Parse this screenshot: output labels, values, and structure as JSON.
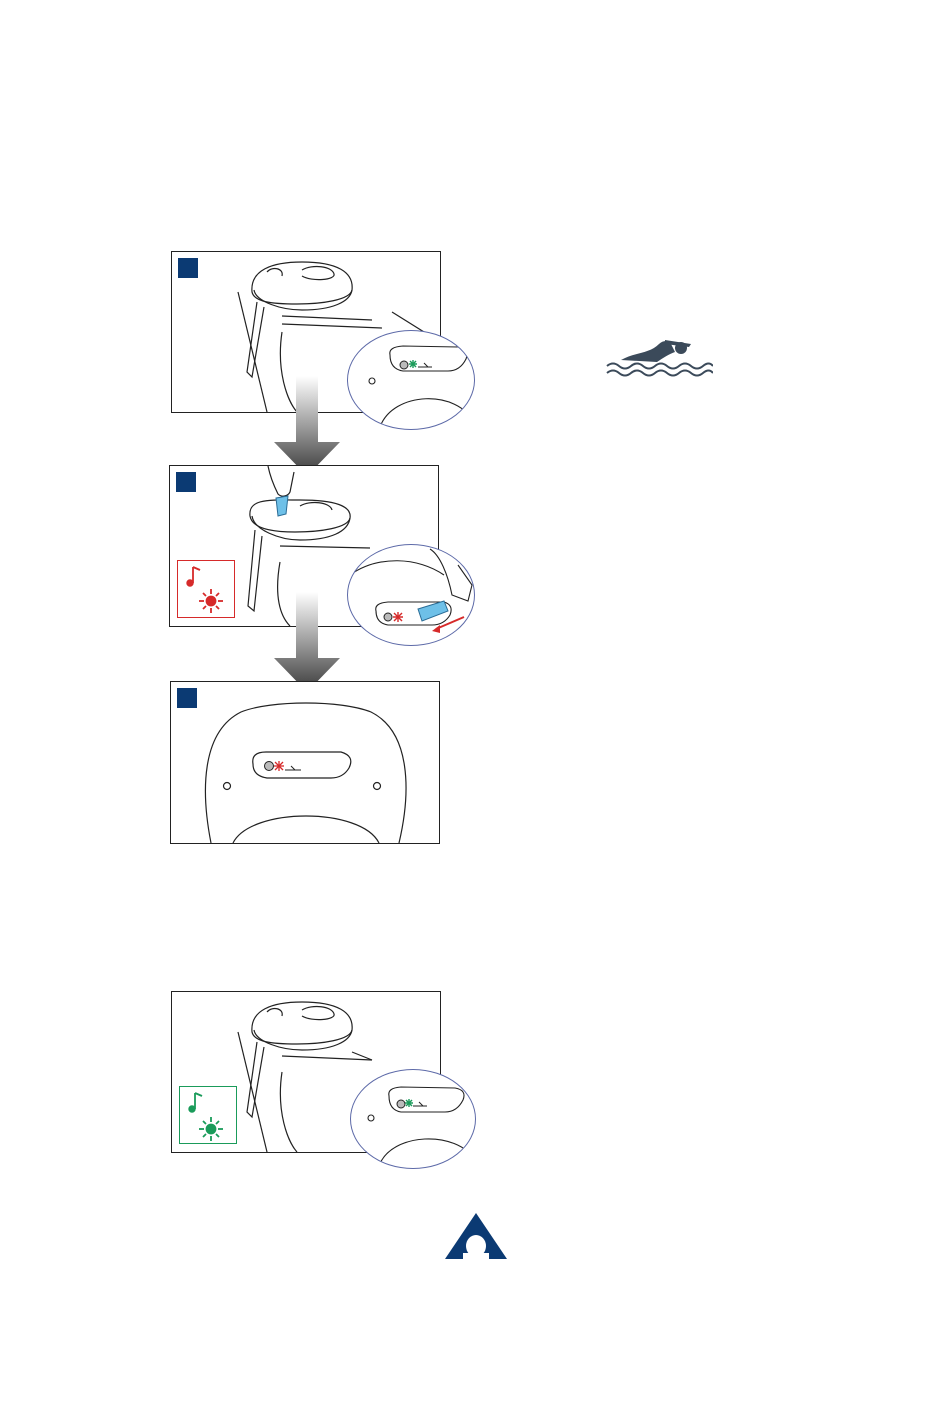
{
  "colors": {
    "step_marker": "#0b3a73",
    "led_green": "#1a9b5a",
    "led_red": "#d62a2a",
    "zoom_border": "#5d6aa8",
    "logo": "#0b3a73",
    "swim_icon": "#3b4a5a"
  },
  "icons": {
    "swim": "swimmer-icon",
    "logo": "triangle-logo-icon",
    "music_note": "music-note-icon",
    "led": "led-light-icon"
  },
  "steps": [
    {
      "id": "step-1",
      "status": "green-led"
    },
    {
      "id": "step-2",
      "status": "red-led-beep"
    },
    {
      "id": "step-3",
      "status": "red-led"
    },
    {
      "id": "step-4",
      "status": "green-led-beep"
    }
  ]
}
